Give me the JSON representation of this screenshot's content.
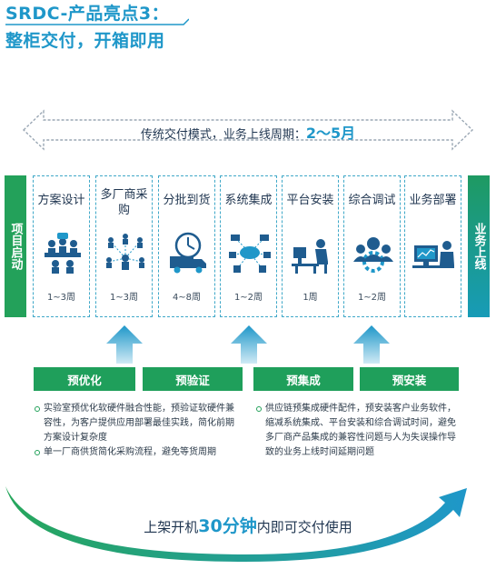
{
  "header": {
    "title_line1": "SRDC-产品亮点3：",
    "title_line2": "整柜交付，开箱即用"
  },
  "traditional": {
    "prefix": "传统交付模式，业务上线周期：",
    "highlight": "2～5月"
  },
  "side": {
    "left_label": "项目启动",
    "right_label": "业务上线"
  },
  "steps": [
    {
      "name": "方案设计",
      "icon": "meeting-icon",
      "duration": "1~3周"
    },
    {
      "name": "多厂商采购",
      "icon": "vendor-network-icon",
      "duration": "1~3周"
    },
    {
      "name": "分批到货",
      "icon": "delivery-truck-icon",
      "duration": "4~8周"
    },
    {
      "name": "系统集成",
      "icon": "cloud-integration-icon",
      "duration": "1~2周"
    },
    {
      "name": "平台安装",
      "icon": "install-desk-icon",
      "duration": "1周"
    },
    {
      "name": "综合调试",
      "icon": "team-gear-icon",
      "duration": "1~2周"
    },
    {
      "name": "业务部署",
      "icon": "monitor-operator-icon",
      "duration": ""
    }
  ],
  "buttons": [
    "预优化",
    "预验证",
    "预集成",
    "预安装"
  ],
  "left_bullets": [
    "实验室预优化软硬件融合性能，预验证软硬件兼容性，为客户提供应用部署最佳实践，简化前期方案设计复杂度",
    "单一厂商供货简化采购流程，避免等货周期"
  ],
  "right_bullets": [
    "供应链预集成硬件配件，预安装客户业务软件，缩减系统集成、平台安装和综合调试时间，避免多厂商产品集成的兼容性问题与人为失误操作导致的业务上线时间延期问题"
  ],
  "bottom": {
    "prefix": "上架开机",
    "highlight": "30分钟",
    "suffix": "内即可交付使用"
  },
  "colors": {
    "accent_blue": "#1f97c9",
    "accent_green": "#1f9f5b",
    "text_dark": "#1f3550"
  }
}
